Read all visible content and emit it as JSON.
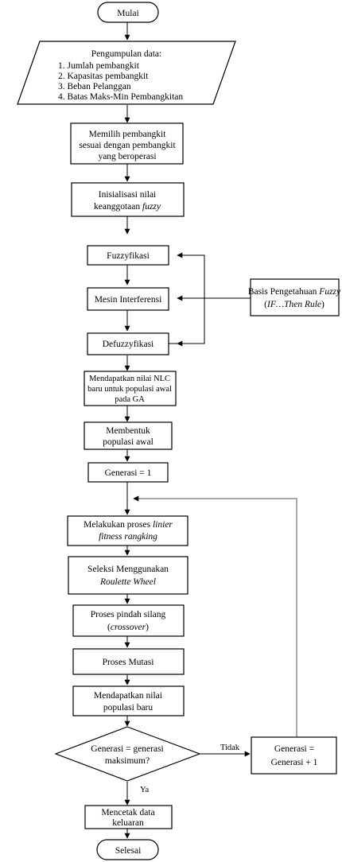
{
  "nodes": {
    "start": "Mulai",
    "input_title": "Pengumpulan data:",
    "input_items": [
      "1. Jumlah pembangkit",
      "2. Kapasitas pembangkit",
      "3. Beban Pelanggan",
      "4. Batas Maks-Min Pembangkitan"
    ],
    "choose": [
      "Memilih pembangkit",
      "sesuai dengan pembangkit",
      "yang beroperasi"
    ],
    "init": [
      "Inisialisasi nilai",
      "keanggotaan "
    ],
    "init_italic": "fuzzy",
    "fuzzify": "Fuzzyfikasi",
    "inference": "Mesin Interferensi",
    "defuzzify": "Defuzzyfikasi",
    "kb": [
      "Basis Pengetahuan ",
      "Fuzzy"
    ],
    "kb_rule": [
      "(",
      "IF…Then Rule",
      ")"
    ],
    "nlc": [
      "Mendapatkan nilai NLC",
      "baru untuk populasi awal",
      "pada GA"
    ],
    "population": [
      "Membentuk",
      "populasi awal"
    ],
    "gen_init": "Generasi = 1",
    "ranking": [
      "Melakukan proses ",
      "linier",
      "fitness rangking"
    ],
    "selection": [
      "Seleksi Menggunakan",
      "Roulette Wheel"
    ],
    "crossover": [
      "Proses pindah silang",
      "(",
      "crossover",
      ")"
    ],
    "mutation": "Proses Mutasi",
    "newpop": [
      "Mendapatkan nilai",
      "populasi baru"
    ],
    "decision": [
      "Generasi = generasi",
      "maksimum?"
    ],
    "increment": [
      "Generasi =",
      "Generasi + 1"
    ],
    "print": [
      "Mencetak data",
      "keluaran"
    ],
    "end": "Selesai"
  },
  "labels": {
    "no": "Tidak",
    "yes": "Ya"
  }
}
